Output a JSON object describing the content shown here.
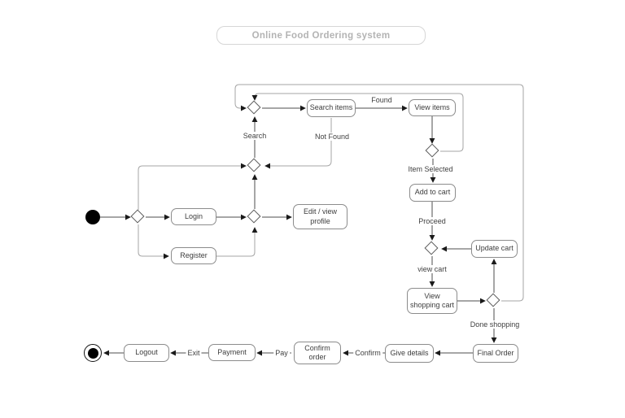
{
  "title": "Online Food Ordering system",
  "nodes": {
    "login": {
      "label": "Login"
    },
    "register": {
      "label": "Register"
    },
    "edit_profile": {
      "line1": "Edit / view",
      "line2": "profile"
    },
    "search_items": {
      "label": "Search items"
    },
    "view_items": {
      "label": "View items"
    },
    "add_to_cart": {
      "label": "Add to cart"
    },
    "update_cart": {
      "label": "Update cart"
    },
    "view_shopping_cart": {
      "line1": "View",
      "line2": "shopping cart"
    },
    "final_order": {
      "label": "Final Order"
    },
    "give_details": {
      "label": "Give details"
    },
    "confirm_order": {
      "line1": "Confirm",
      "line2": "order"
    },
    "payment": {
      "label": "Payment"
    },
    "logout": {
      "label": "Logout"
    }
  },
  "edge_labels": {
    "search": "Search",
    "not_found": "Not Found",
    "found": "Found",
    "item_selected": "Item Selected",
    "proceed": "Proceed",
    "view_cart": "view cart",
    "done_shopping": "Done shopping",
    "confirm": "Confirm",
    "pay": "Pay",
    "exit": "Exit"
  },
  "colors": {
    "box_border": "#8c8c8c",
    "diamond_border": "#595959",
    "connector_dark": "#4d4d4d",
    "connector_light": "#a6a6a6",
    "arrowhead": "#1a1a1a",
    "title_text": "#b3b3b3",
    "title_border": "#d6d6d6",
    "node_text": "#3d3d3d"
  }
}
